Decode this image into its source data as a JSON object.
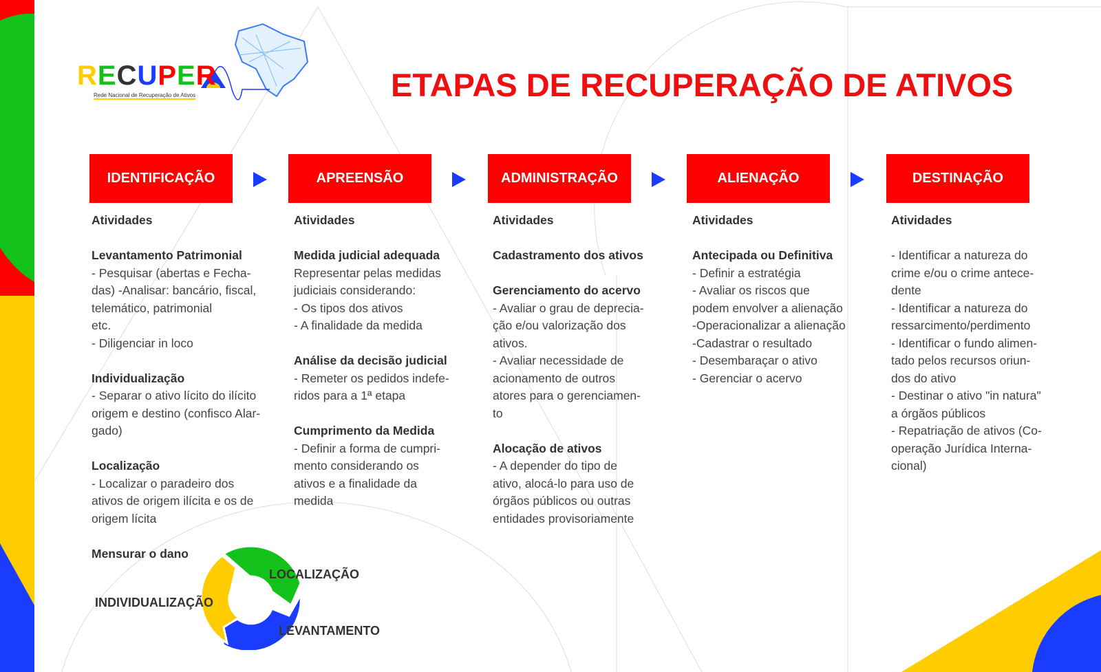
{
  "logo": {
    "text": "RECUPERA",
    "subtitle": "Rede Nacional de Recuperação de Ativos"
  },
  "title": "ETAPAS DE RECUPERAÇÃO DE ATIVOS",
  "colors": {
    "red": "#ff0000",
    "blue": "#1a3cff",
    "green": "#12c11a",
    "yellow": "#ffcc00"
  },
  "stages": [
    {
      "label": "IDENTIFICAÇÃO",
      "lines": [
        [
          "Atividades",
          1
        ],
        [
          "",
          0
        ],
        [
          "Levantamento Patrimonial",
          1
        ],
        [
          "- Pesquisar (abertas e Fecha-",
          0
        ],
        [
          "das) -Analisar: bancário, fiscal,",
          0
        ],
        [
          "telemático, patrimonial",
          0
        ],
        [
          "etc.",
          0
        ],
        [
          "- Diligenciar in loco",
          0
        ],
        [
          "",
          0
        ],
        [
          "Individualização",
          1
        ],
        [
          "- Separar o ativo lícito do ilícito",
          0
        ],
        [
          "origem e destino (confisco Alar-",
          0
        ],
        [
          "gado)",
          0
        ],
        [
          "",
          0
        ],
        [
          "Localização",
          1
        ],
        [
          "- Localizar o paradeiro dos",
          0
        ],
        [
          "ativos de origem ilícita e os de",
          0
        ],
        [
          "origem lícita",
          0
        ],
        [
          "",
          0
        ],
        [
          "Mensurar o dano",
          1
        ]
      ]
    },
    {
      "label": "APREENSÃO",
      "lines": [
        [
          "Atividades",
          1
        ],
        [
          "",
          0
        ],
        [
          "Medida judicial adequada",
          1
        ],
        [
          "Representar pelas medidas",
          0
        ],
        [
          "judiciais considerando:",
          0
        ],
        [
          "- Os tipos dos ativos",
          0
        ],
        [
          "- A finalidade da medida",
          0
        ],
        [
          "",
          0
        ],
        [
          "Análise da decisão judicial",
          1
        ],
        [
          "- Remeter os pedidos indefe-",
          0
        ],
        [
          "ridos para a 1ª etapa",
          0
        ],
        [
          "",
          0
        ],
        [
          "Cumprimento da Medida",
          1
        ],
        [
          "- Definir a forma de cumpri-",
          0
        ],
        [
          "mento considerando os",
          0
        ],
        [
          "ativos e a finalidade da",
          0
        ],
        [
          "medida",
          0
        ]
      ]
    },
    {
      "label": "ADMINISTRAÇÃO",
      "lines": [
        [
          "Atividades",
          1
        ],
        [
          "",
          0
        ],
        [
          "Cadastramento dos ativos",
          1
        ],
        [
          "",
          0
        ],
        [
          "Gerenciamento do acervo",
          1
        ],
        [
          "- Avaliar o grau de deprecia-",
          0
        ],
        [
          "ção e/ou valorização dos",
          0
        ],
        [
          "ativos.",
          0
        ],
        [
          "- Avaliar necessidade de",
          0
        ],
        [
          "acionamento de outros",
          0
        ],
        [
          "atores para o gerenciamen-",
          0
        ],
        [
          "to",
          0
        ],
        [
          "",
          0
        ],
        [
          "Alocação de ativos",
          1
        ],
        [
          "- A depender do tipo de",
          0
        ],
        [
          "ativo, alocá-lo para uso de",
          0
        ],
        [
          "órgãos públicos ou outras",
          0
        ],
        [
          "entidades provisoriamente",
          0
        ]
      ]
    },
    {
      "label": "ALIENAÇÃO",
      "lines": [
        [
          "Atividades",
          1
        ],
        [
          "",
          0
        ],
        [
          "Antecipada ou Definitiva",
          1
        ],
        [
          "- Definir a estratégia",
          0
        ],
        [
          "- Avaliar os riscos que",
          0
        ],
        [
          "podem envolver a alienação",
          0
        ],
        [
          "-Operacionalizar a alienação",
          0
        ],
        [
          "-Cadastrar o resultado",
          0
        ],
        [
          "- Desembaraçar o ativo",
          0
        ],
        [
          "- Gerenciar o acervo",
          0
        ]
      ]
    },
    {
      "label": "DESTINAÇÃO",
      "lines": [
        [
          "Atividades",
          1
        ],
        [
          "",
          0
        ],
        [
          "- Identificar a natureza do",
          0
        ],
        [
          "crime e/ou o crime antece-",
          0
        ],
        [
          "dente",
          0
        ],
        [
          "- Identificar a natureza do",
          0
        ],
        [
          "ressarcimento/perdimento",
          0
        ],
        [
          "- Identificar o fundo alimen-",
          0
        ],
        [
          "tado pelos recursos oriun-",
          0
        ],
        [
          "dos do ativo",
          0
        ],
        [
          "- Destinar o ativo \"in natura\"",
          0
        ],
        [
          "a órgãos públicos",
          0
        ],
        [
          "- Repatriação de ativos (Co-",
          0
        ],
        [
          "operação Jurídica Interna-",
          0
        ],
        [
          "cional)",
          0
        ]
      ]
    }
  ],
  "cycle": {
    "labels": [
      "LOCALIZAÇÃO",
      "INDIVIDUALIZAÇÃO",
      "LEVANTAMENTO"
    ]
  }
}
